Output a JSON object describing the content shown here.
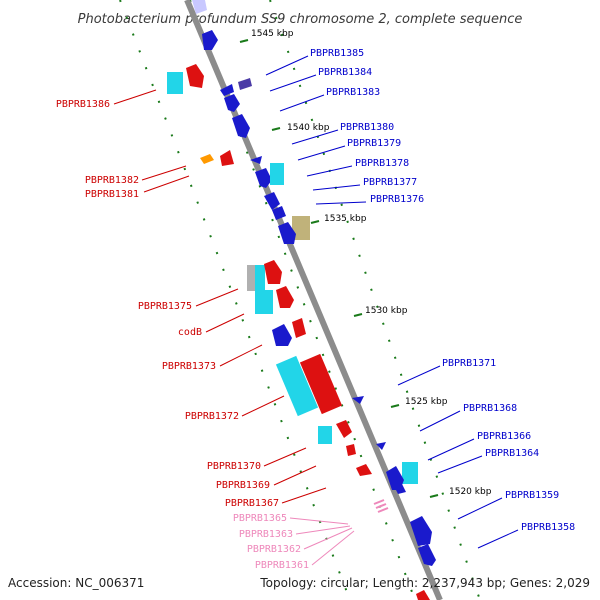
{
  "title": "Photobacterium profundum SS9 chromosome 2, complete sequence",
  "accession": "Accession: NC_006371",
  "summary": "Topology: circular; Length: 2,237,943 bp; Genes: 2,029",
  "colors": {
    "backbone": "#8c8c8c",
    "tick": "#1a7a1a",
    "forward_label": "#0000cc",
    "reverse_label": "#cc0000",
    "pink_label": "#ee88bb"
  },
  "ticks": [
    {
      "label": "1545 kbp"
    },
    {
      "label": "1540 kbp"
    },
    {
      "label": "1535 kbp"
    },
    {
      "label": "1530 kbp"
    },
    {
      "label": "1525 kbp"
    },
    {
      "label": "1520 kbp"
    }
  ],
  "labels_right": [
    "PBPRB1385",
    "PBPRB1384",
    "PBPRB1383",
    "PBPRB1380",
    "PBPRB1379",
    "PBPRB1378",
    "PBPRB1377",
    "PBPRB1376",
    "PBPRB1371",
    "PBPRB1368",
    "PBPRB1366",
    "PBPRB1364",
    "PBPRB1359",
    "PBPRB1358"
  ],
  "labels_left": [
    "PBPRB1386",
    "PBPRB1382",
    "PBPRB1381",
    "PBPRB1375",
    "codB",
    "PBPRB1373",
    "PBPRB1372",
    "PBPRB1370",
    "PBPRB1369",
    "PBPRB1367"
  ],
  "labels_pink": [
    "PBPRB1365",
    "PBPRB1363",
    "PBPRB1362",
    "PBPRB1361"
  ]
}
